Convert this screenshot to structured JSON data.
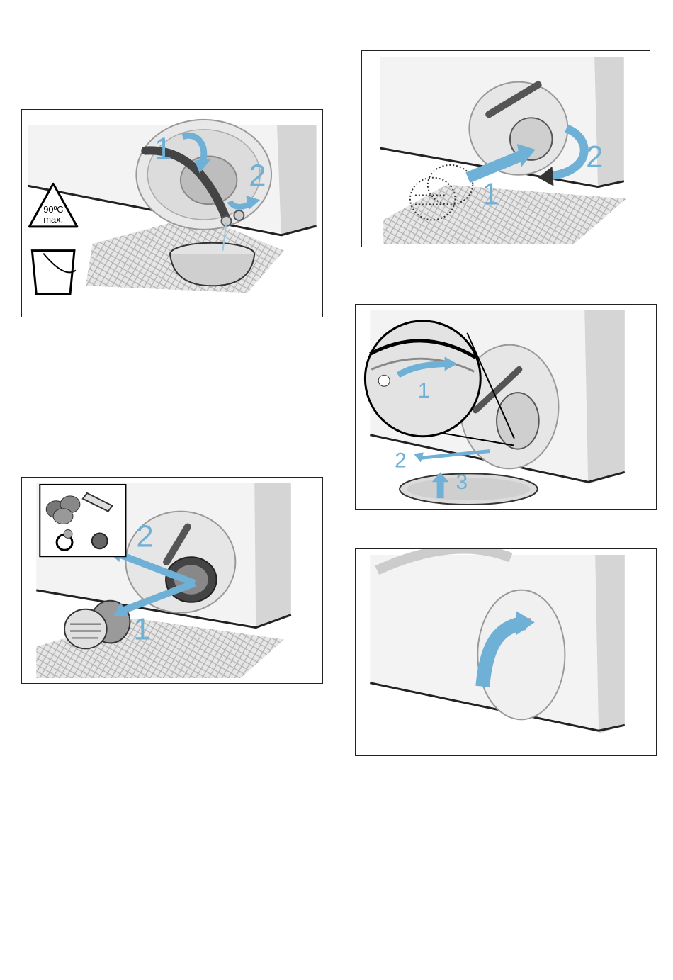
{
  "panels": {
    "drain_water": {
      "steps": [
        "1",
        "2"
      ],
      "warning": {
        "temp": "90ºC",
        "label": "max."
      }
    },
    "remove_filter": {
      "steps": [
        "1",
        "2"
      ]
    },
    "insert_filter": {
      "steps": [
        "1",
        "2"
      ]
    },
    "attach_cover": {
      "steps": [
        "1",
        "2",
        "3"
      ]
    },
    "close_flap": {
      "steps": []
    }
  },
  "colors": {
    "arrow": "#6fb0d6",
    "machine": "#f2f2f2",
    "machine_side": "#d4d4d4",
    "floor_mat": "#cfcfcf",
    "border": "#222222"
  },
  "icons": [
    "warning-triangle-icon",
    "bucket-icon",
    "rotate-arrow-icon"
  ]
}
